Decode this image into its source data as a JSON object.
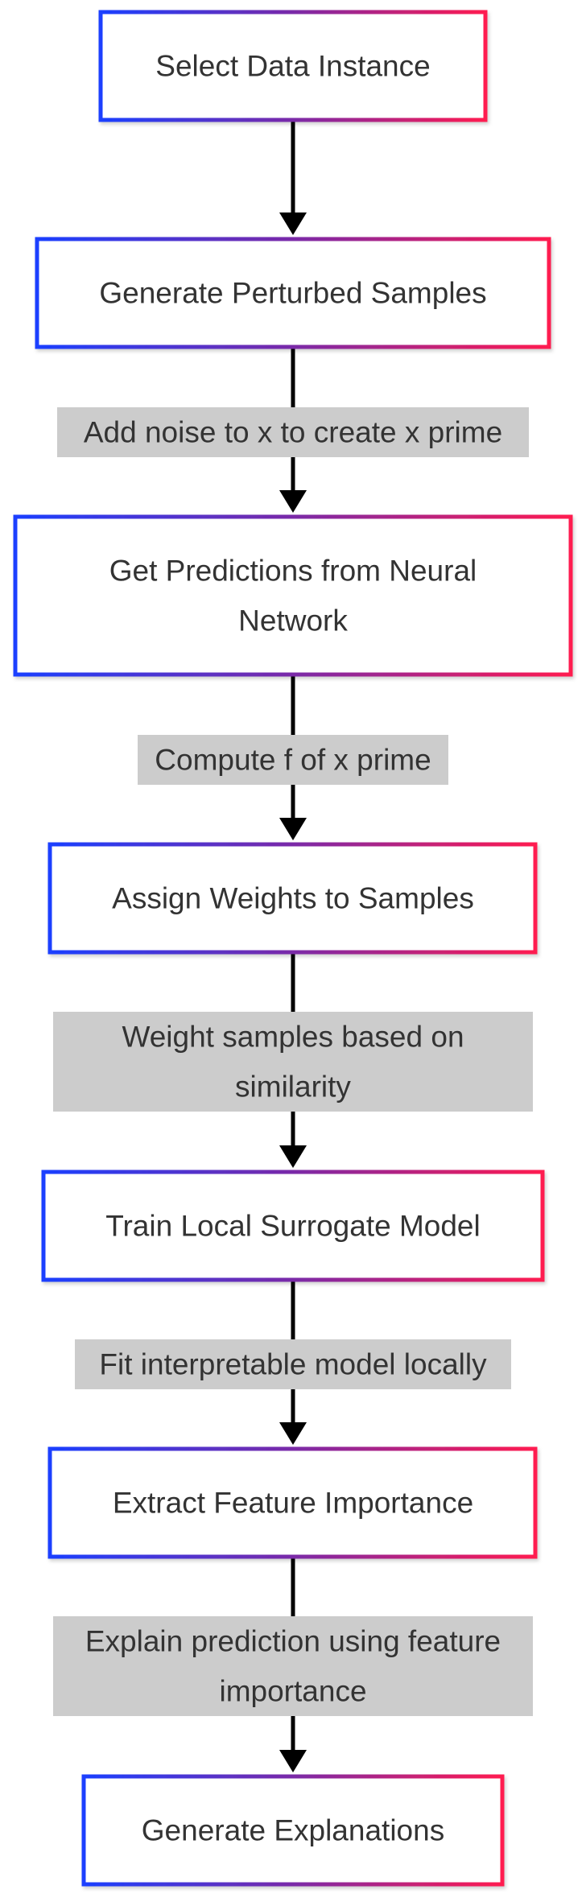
{
  "colors": {
    "box_gradient_start": "#1a3fff",
    "box_gradient_mid": "#7a2aa8",
    "box_gradient_end": "#ff1a50",
    "box_fill": "#ffffff",
    "edge_label_bg": "#cccccc",
    "text": "#333333",
    "arrow": "#000000"
  },
  "nodes": [
    {
      "id": "select",
      "lines": [
        "Select Data Instance"
      ]
    },
    {
      "id": "perturb",
      "lines": [
        "Generate Perturbed Samples"
      ]
    },
    {
      "id": "predict",
      "lines": [
        "Get Predictions from Neural",
        "Network"
      ]
    },
    {
      "id": "weights",
      "lines": [
        "Assign Weights to Samples"
      ]
    },
    {
      "id": "surrogate",
      "lines": [
        "Train Local Surrogate Model"
      ]
    },
    {
      "id": "importance",
      "lines": [
        "Extract Feature Importance"
      ]
    },
    {
      "id": "explain",
      "lines": [
        "Generate Explanations"
      ]
    }
  ],
  "edges": [
    {
      "from": "select",
      "to": "perturb",
      "label_lines": []
    },
    {
      "from": "perturb",
      "to": "predict",
      "label_lines": [
        "Add noise to x to create x prime"
      ]
    },
    {
      "from": "predict",
      "to": "weights",
      "label_lines": [
        "Compute f of x prime"
      ]
    },
    {
      "from": "weights",
      "to": "surrogate",
      "label_lines": [
        "Weight samples based on",
        "similarity"
      ]
    },
    {
      "from": "surrogate",
      "to": "importance",
      "label_lines": [
        "Fit interpretable model locally"
      ]
    },
    {
      "from": "importance",
      "to": "explain",
      "label_lines": [
        "Explain prediction using feature",
        "importance"
      ]
    }
  ]
}
